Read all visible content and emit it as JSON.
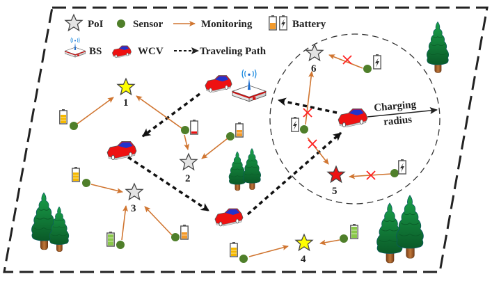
{
  "legend": {
    "poi": "PoI",
    "sensor": "Sensor",
    "monitoring": "Monitoring",
    "battery": "Battery",
    "bs": "BS",
    "wcv": "WCV",
    "traveling_path": "Traveling Path"
  },
  "charging_radius": {
    "line1": "Charging",
    "line2": "radius"
  },
  "pois": [
    {
      "id": "1",
      "state": "yellow"
    },
    {
      "id": "2",
      "state": "gray"
    },
    {
      "id": "3",
      "state": "gray"
    },
    {
      "id": "4",
      "state": "yellow"
    },
    {
      "id": "5",
      "state": "red"
    },
    {
      "id": "6",
      "state": "gray"
    }
  ],
  "colors": {
    "poi_yellow": "#ffff00",
    "poi_gray": "#e4e4e4",
    "poi_red": "#ee1111",
    "sensor": "#4f7f2a",
    "monitoring": "#d07530",
    "wcv": "#ee1111",
    "wcv_window": "#2233cc",
    "failed_link": "#ff2222",
    "tree": "#0f7a35",
    "trunk": "#9a5a2a"
  }
}
